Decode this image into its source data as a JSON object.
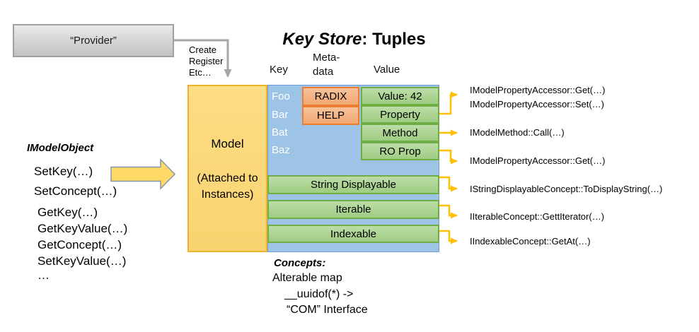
{
  "provider": {
    "label": "“Provider”",
    "connector_note": "Create\nRegister\nEtc…"
  },
  "title": {
    "main": "Key Store",
    "rest": ": Tuples"
  },
  "columns": {
    "key": "Key",
    "metadata": "Meta-\ndata",
    "value": "Value"
  },
  "model": {
    "label": "Model",
    "note": "(Attached to\nInstances)"
  },
  "keystore": {
    "keys": [
      "Foo",
      "Bar",
      "Bat",
      "Baz"
    ],
    "metadata_cells": [
      "RADIX",
      "HELP"
    ],
    "value_cells": [
      "Value: 42",
      "Property",
      "Method",
      "RO Prop"
    ],
    "concept_bars": [
      "String Displayable",
      "Iterable",
      "Indexable"
    ]
  },
  "left_panel": {
    "heading": "IModelObject",
    "methods": [
      "SetKey(…)",
      "SetConcept(…)",
      "GetKey(…)",
      "GetKeyValue(…)",
      "GetConcept(…)",
      "SetKeyValue(…)",
      "…"
    ]
  },
  "right_panel": {
    "annotations": [
      "IModelPropertyAccessor::Get(…)",
      "IModelPropertyAccessor::Set(…)",
      "IModelMethod::Call(…)",
      "IModelPropertyAccessor::Get(…)",
      "IStringDisplayableConcept::ToDisplayString(…)",
      "IIterableConcept::GettIterator(…)",
      "IIndexableConcept::GetAt(…)"
    ]
  },
  "footer": {
    "heading": "Concepts:",
    "lines": [
      "Alterable map",
      "__uuidof(*) ->",
      "“COM” Interface"
    ]
  },
  "colors": {
    "blue_fill": "#9DC3E6",
    "green_fill": "#A9D18E",
    "green_border": "#70AD47",
    "salmon_fill": "#F4B183",
    "salmon_border": "#ED7D31",
    "gold_fill": "#FFD966",
    "gold_border": "#ECB32C",
    "arrow_yellow": "#FFC000",
    "connector_gray": "#A6A6A6"
  }
}
